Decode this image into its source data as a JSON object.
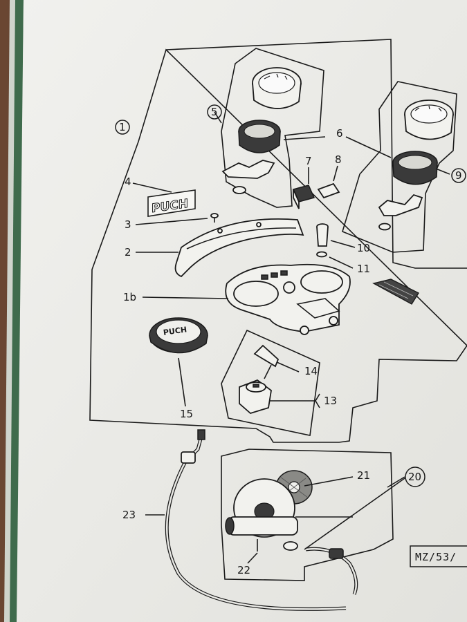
{
  "labels": {
    "p1": "1",
    "p1b": "1b",
    "p2": "2",
    "p3": "3",
    "p4": "4",
    "p5": "5",
    "p6": "6",
    "p7": "7",
    "p8": "8",
    "p9": "9",
    "p10": "10",
    "p11": "11",
    "p13": "13",
    "p14": "14",
    "p15": "15",
    "p20": "20",
    "p21": "21",
    "p22": "22",
    "p23": "23"
  },
  "logos": {
    "emblem": "PUCH",
    "cap": "PUCH"
  },
  "reference_code": "MZ/53/",
  "colors": {
    "paper": "#eeeeea",
    "ink": "#1a1a1a",
    "wood": "#5a3b2a",
    "green_edge": "#3f6b4c"
  }
}
